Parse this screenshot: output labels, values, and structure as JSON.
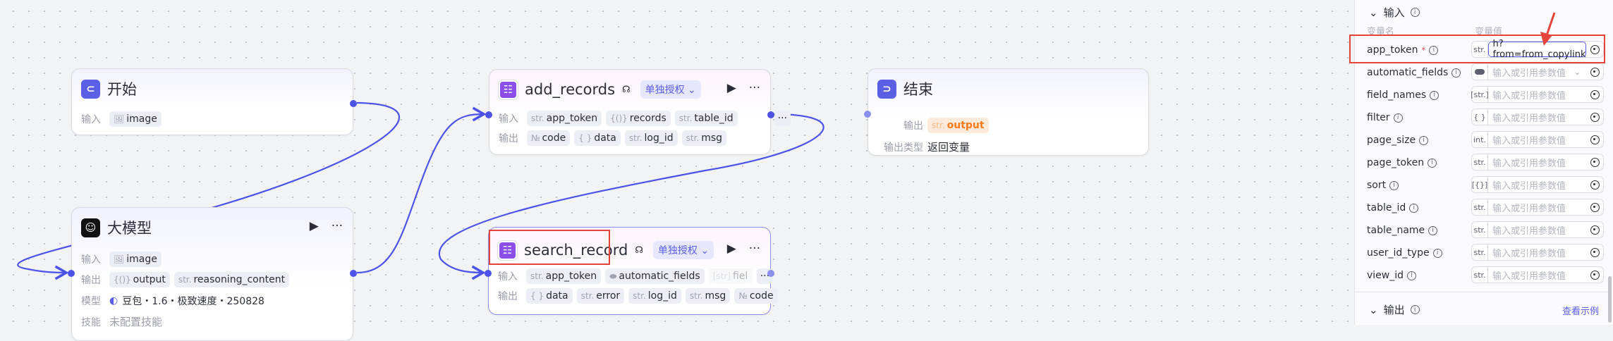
{
  "nodes": {
    "start": {
      "title": "开始",
      "input_label": "输入",
      "inputs": [
        {
          "type": "img",
          "name": "image"
        }
      ]
    },
    "llm": {
      "title": "大模型",
      "input_label": "输入",
      "output_label": "输出",
      "model_label": "模型",
      "skill_label": "技能",
      "inputs": [
        {
          "type": "img",
          "name": "image"
        }
      ],
      "outputs": [
        {
          "type": "{()}",
          "name": "output"
        },
        {
          "type": "str.",
          "name": "reasoning_content"
        }
      ],
      "model": "豆包・1.6・极致速度・250828",
      "skill": "未配置技能"
    },
    "add_records": {
      "title": "add_records",
      "auth": "单独授权",
      "input_label": "输入",
      "output_label": "输出",
      "inputs": [
        {
          "type": "str.",
          "name": "app_token"
        },
        {
          "type": "{()}",
          "name": "records"
        },
        {
          "type": "str.",
          "name": "table_id"
        }
      ],
      "outputs": [
        {
          "type": "№",
          "name": "code"
        },
        {
          "type": "{ }",
          "name": "data"
        },
        {
          "type": "str.",
          "name": "log_id"
        },
        {
          "type": "str.",
          "name": "msg"
        }
      ]
    },
    "search_record": {
      "title": "search_record",
      "auth": "单独授权",
      "input_label": "输入",
      "output_label": "输出",
      "inputs": [
        {
          "type": "str.",
          "name": "app_token"
        },
        {
          "type": "toggle",
          "name": "automatic_fields"
        },
        {
          "type": "[str]",
          "name": "fiel"
        }
      ],
      "outputs": [
        {
          "type": "{ }",
          "name": "data"
        },
        {
          "type": "str.",
          "name": "error"
        },
        {
          "type": "str.",
          "name": "log_id"
        },
        {
          "type": "str.",
          "name": "msg"
        },
        {
          "type": "№",
          "name": "code"
        }
      ]
    },
    "end": {
      "title": "结束",
      "output_label": "输出",
      "output": {
        "type": "str.",
        "name": "output"
      },
      "output_type_label": "输出类型",
      "output_type": "返回变量"
    }
  },
  "panel": {
    "input_section": "输入",
    "col_name": "变量名",
    "col_value": "变量值",
    "placeholder": "输入或引用参数值",
    "params": [
      {
        "name": "app_token",
        "required": "*",
        "type": "str.",
        "value": "h?from=from_copylink"
      },
      {
        "name": "automatic_fields",
        "type": "toggle",
        "value": ""
      },
      {
        "name": "field_names",
        "type": "[str.]",
        "value": ""
      },
      {
        "name": "filter",
        "type": "{ }",
        "value": ""
      },
      {
        "name": "page_size",
        "type": "int.",
        "value": ""
      },
      {
        "name": "page_token",
        "type": "str.",
        "value": ""
      },
      {
        "name": "sort",
        "type": "[{}]",
        "value": ""
      },
      {
        "name": "table_id",
        "type": "str.",
        "value": ""
      },
      {
        "name": "table_name",
        "type": "str.",
        "value": ""
      },
      {
        "name": "user_id_type",
        "type": "str.",
        "value": ""
      },
      {
        "name": "view_id",
        "type": "str.",
        "value": ""
      }
    ],
    "output_section": "输出",
    "view_example": "查看示例"
  },
  "colors": {
    "accent": "#4d53e8",
    "highlight": "#e5443a",
    "output_chip": "#ff7a1a"
  }
}
